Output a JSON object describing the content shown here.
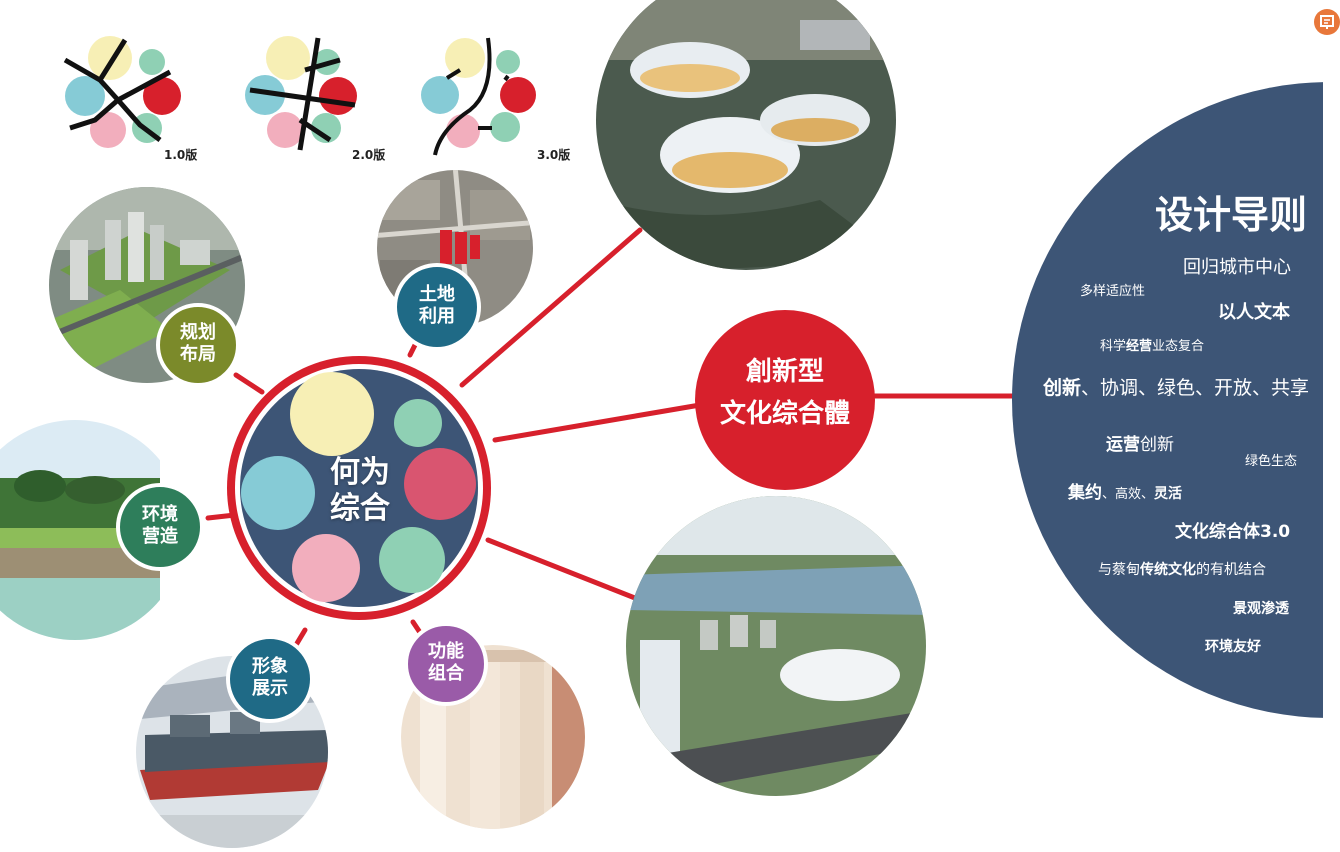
{
  "center": {
    "title_line1": "何为",
    "title_line2": "综合"
  },
  "core": {
    "line1": "創新型",
    "line2": "文化综合體"
  },
  "versions": [
    "1.0版",
    "2.0版",
    "3.0版"
  ],
  "nodes": {
    "planning": {
      "line1": "规划",
      "line2": "布局"
    },
    "land": {
      "line1": "土地",
      "line2": "利用"
    },
    "environment": {
      "line1": "环境",
      "line2": "营造"
    },
    "image": {
      "line1": "形象",
      "line2": "展示"
    },
    "function": {
      "line1": "功能",
      "line2": "组合"
    }
  },
  "guidelines": {
    "title": "设计导则",
    "return_city": "回归城市中心",
    "diversity": "多样适应性",
    "people": "以人文本",
    "science_a": "科学",
    "science_b": "经营",
    "science_c": "业态复合",
    "values_a": "创新",
    "values_b": "、协调、绿色、开放、共享",
    "ops_a": "运营",
    "ops_b": "创新",
    "green": "绿色生态",
    "intensive_a": "集约",
    "intensive_b": "、高效、",
    "intensive_c": "灵活",
    "culture30": "文化综合体3.0",
    "combine_a": "与蔡甸",
    "combine_b": "传统文化",
    "combine_c": "的有机结合",
    "landscape": "景观渗透",
    "eco_friendly": "环境友好"
  },
  "colors": {
    "red": "#d7202c",
    "navy": "#3d5576",
    "olive": "#7b8a2a",
    "teal": "#1f6a86",
    "green": "#2e7e5b",
    "purple": "#9a5ba8",
    "cream": "#f7efb5",
    "mint": "#8fd0b4",
    "sky": "#86cbd6",
    "crimson": "#d95570",
    "pink": "#f2aebd"
  },
  "corner_icon": "presentation-icon"
}
